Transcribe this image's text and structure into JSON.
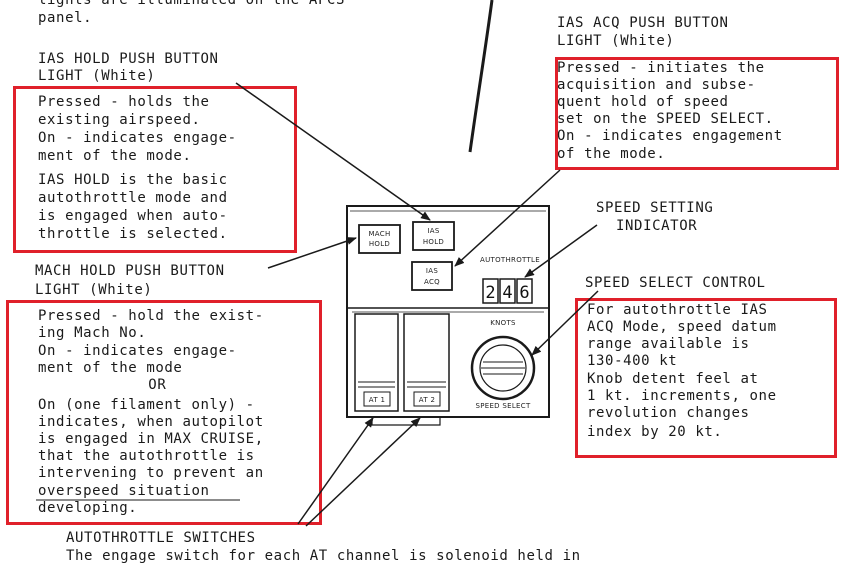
{
  "top_text": [
    "lights are illuminated on the AFCS",
    "panel."
  ],
  "ias_hold": {
    "title": [
      "IAS HOLD PUSH BUTTON",
      "LIGHT (White)"
    ],
    "body": [
      "Pressed - holds the",
      "existing airspeed.",
      "On - indicates engage-",
      "ment of the mode.",
      "",
      "IAS HOLD is the basic",
      "autothrottle mode and",
      "is engaged when auto-",
      "throttle is selected."
    ]
  },
  "ias_acq": {
    "title": [
      "IAS ACQ PUSH BUTTON",
      "LIGHT (White)"
    ],
    "body": [
      "Pressed - initiates the",
      "acquisition and subse-",
      "quent hold of speed",
      "set on the SPEED SELECT.",
      "On - indicates engagement",
      "of the mode."
    ]
  },
  "speed_setting": {
    "title": [
      "SPEED SETTING",
      "INDICATOR"
    ]
  },
  "mach_hold": {
    "title": [
      "MACH HOLD PUSH BUTTON",
      "LIGHT (White)"
    ],
    "body": [
      "Pressed - hold the exist-",
      "ing Mach No.",
      "On - indicates engage-",
      "ment of the mode",
      "          OR",
      "On (one filament only) -",
      "indicates, when autopilot",
      "is engaged in MAX CRUISE,",
      "that the autothrottle is",
      "intervening to prevent an",
      "overspeed situation",
      "developing."
    ]
  },
  "speed_select": {
    "title": [
      "SPEED SELECT CONTROL"
    ],
    "body": [
      "For autothrottle IAS",
      "ACQ Mode, speed datum",
      "range available is",
      "130-400 kt",
      "Knob detent feel at",
      "1 kt. increments, one",
      "revolution changes",
      "index by 20 kt."
    ]
  },
  "autothrottle_switches": {
    "title": "AUTOTHROTTLE SWITCHES"
  },
  "bottom_text": "The engage switch for each AT channel is solenoid held in",
  "panel": {
    "mach_hold_btn": [
      "MACH",
      "HOLD"
    ],
    "ias_hold_btn": [
      "IAS",
      "HOLD"
    ],
    "ias_acq_btn": [
      "IAS",
      "ACQ"
    ],
    "autothrottle_label": "AUTOTHROTTLE",
    "speed_digits": [
      "2",
      "4",
      "6"
    ],
    "knots_label": "KNOTS",
    "speed_select_label": "SPEED SELECT",
    "at1_label": "AT 1",
    "at2_label": "AT 2"
  },
  "colors": {
    "callout_box": "#e0202a",
    "ink": "#1a1a1a"
  }
}
